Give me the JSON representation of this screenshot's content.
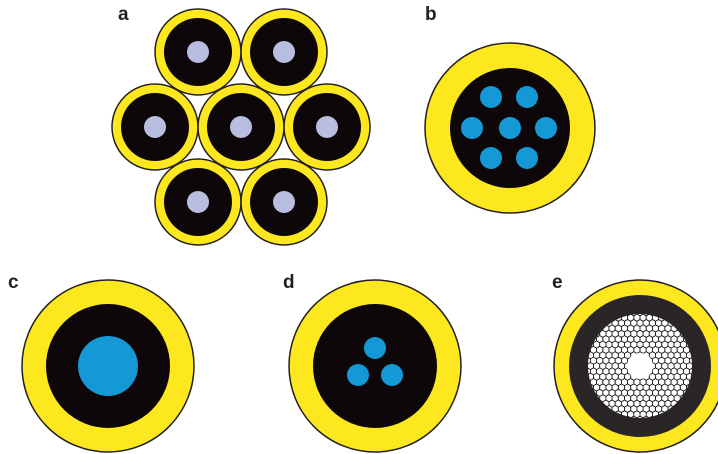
{
  "colors": {
    "jacket": "#fde81f",
    "outline": "#231f20",
    "cladding": "#0d0709",
    "core_grey": "#b8bee0",
    "core_blue": "#1499d6",
    "pcf_ring": "#2a2627",
    "pcf_holes": "#ffffff"
  },
  "panels": [
    {
      "label": "a",
      "description_id": "fiber-bundle-seven"
    },
    {
      "label": "b",
      "description_id": "multicore-seven"
    },
    {
      "label": "c",
      "description_id": "single-large-core"
    },
    {
      "label": "d",
      "description_id": "three-core"
    },
    {
      "label": "e",
      "description_id": "photonic-crystal"
    }
  ]
}
